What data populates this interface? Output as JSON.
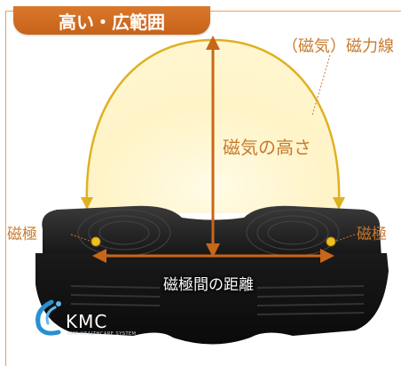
{
  "title": "高い・広範囲",
  "labels": {
    "field_line": "（磁気）磁力線",
    "height": "磁気の高さ",
    "pole_left": "磁極",
    "pole_right": "磁極",
    "distance": "磁極間の距離"
  },
  "logo": {
    "name": "KMC",
    "tagline": "KMC HEALTHCARE SYSTEM"
  },
  "colors": {
    "accent_orange": "#d9782b",
    "label_text": "#c77a2d",
    "arrow": "#c8661a",
    "field_arc": "#e0b020",
    "device_body": "#1c1c1c"
  },
  "icons": [
    "kmc-logo-icon"
  ]
}
